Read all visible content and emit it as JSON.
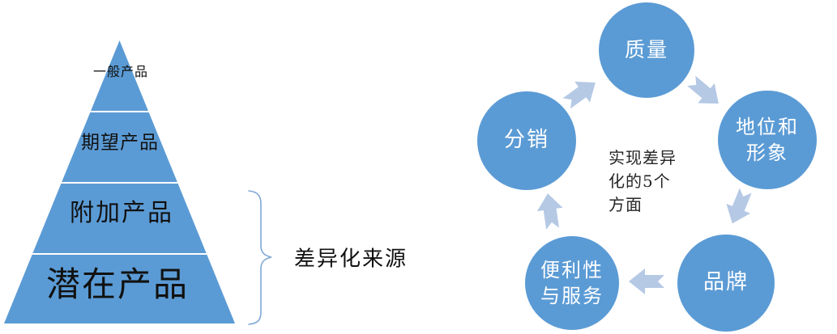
{
  "colors": {
    "shape_blue": "#5B9BD5",
    "arrow_light_blue": "#B5C9E5",
    "brace_blue": "#7FA8D4",
    "label_black": "#111111",
    "circle_text_white": "#FFFFFF"
  },
  "pyramid": {
    "levels": [
      {
        "label": "一般产品"
      },
      {
        "label": "期望产品"
      },
      {
        "label": "附加产品"
      },
      {
        "label": "潜在产品"
      }
    ],
    "brace_label": "差异化来源"
  },
  "cycle": {
    "center_text": "实现差异化的5个方面",
    "nodes": [
      {
        "label": "质量"
      },
      {
        "label": "地位和形象"
      },
      {
        "label": "品牌"
      },
      {
        "label": "便利性与服务"
      },
      {
        "label": "分销"
      }
    ]
  }
}
